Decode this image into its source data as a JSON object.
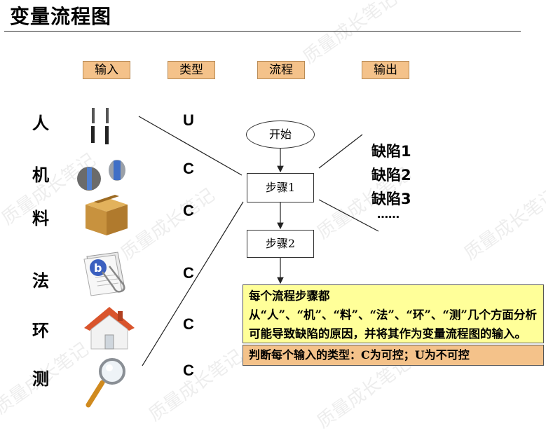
{
  "title": "变量流程图",
  "headers": {
    "input": "输入",
    "type": "类型",
    "process": "流程",
    "output": "输出"
  },
  "inputs": [
    {
      "label": "人",
      "type": "U",
      "icon": "person-pins-icon"
    },
    {
      "label": "机",
      "type": "C",
      "icon": "machine-parts-icon"
    },
    {
      "label": "料",
      "type": "C",
      "icon": "cardboard-box-icon"
    },
    {
      "label": "法",
      "type": "C",
      "icon": "document-clip-icon"
    },
    {
      "label": "环",
      "type": "C",
      "icon": "house-icon"
    },
    {
      "label": "测",
      "type": "C",
      "icon": "magnifier-icon"
    }
  ],
  "flow": {
    "start": "开始",
    "step1": "步骤1",
    "step2": "步骤2"
  },
  "defects": [
    "缺陷1",
    "缺陷2",
    "缺陷3",
    "……"
  ],
  "note_main": "每个流程步骤都从“人”、“机”、“料”、“法”、“环”、“测”几个方面分析可能导致缺陷的原因，并将其作为变量流程图的输入。",
  "note_type": "判断每个输入的类型：C为可控；U为不可控",
  "watermark": "质量成长笔记",
  "colors": {
    "header_bg": "#f4c28a",
    "note_bg": "#ffff99"
  }
}
